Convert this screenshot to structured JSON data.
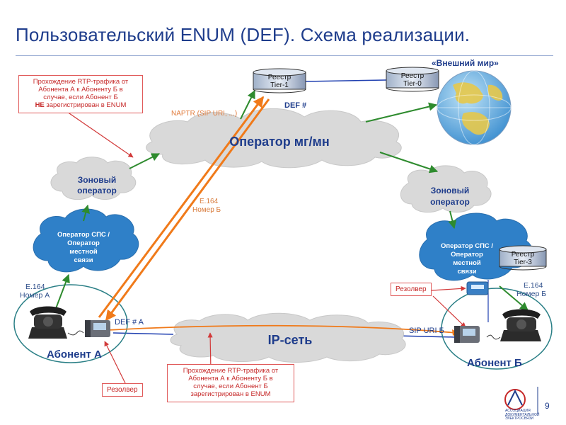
{
  "title": "Пользовательский ENUM (DEF). Схема реализации.",
  "registries": {
    "tier1": [
      "Реестр",
      "Tier-1"
    ],
    "tier0": [
      "Реестр",
      "Tier-0"
    ],
    "tier3": [
      "Реестр",
      "Tier-3"
    ]
  },
  "external_world": "«Внешний мир»",
  "clouds": {
    "operator_mgmn": "Оператор мг/мн",
    "zone_left": [
      "Зоновый",
      "оператор"
    ],
    "zone_right": [
      "Зоновый",
      "оператор"
    ],
    "sps_left": [
      "Оператор СПС /",
      "Оператор",
      "местной",
      "связи"
    ],
    "sps_right": [
      "Оператор СПС /",
      "Оператор",
      "местной",
      "связи"
    ],
    "ip_net": "IP-сеть"
  },
  "labels": {
    "def_top": "DEF #",
    "naptr": "NAPTR (SIP URI, ...)",
    "e164_center": [
      "E.164",
      "Номер Б"
    ],
    "e164_left": [
      "E.164",
      "Номер А"
    ],
    "e164_right": [
      "E.164",
      "Номер Б"
    ],
    "def_a": "DEF # A",
    "sip_uri_b": "SIP URI Б"
  },
  "notes": {
    "top_left": {
      "line1": "Прохождение RTP-трафика от",
      "line2": "Абонента А к Абоненту Б в",
      "line3": "случае, если Абонент Б",
      "line4_bold": "НЕ",
      "line4_rest": " зарегистрирован в ENUM"
    },
    "bottom": [
      "Прохождение RTP-трафика от",
      "Абонента А к Абоненту Б в",
      "случае, если Абонент Б",
      "зарегистрирован в ENUM"
    ]
  },
  "resolvers": {
    "left": "Резолвер",
    "right": "Резолвер"
  },
  "subscribers": {
    "a": "Абонент А",
    "b": "Абонент Б"
  },
  "logo_text": [
    "АССОЦИАЦИЯ",
    "ДОКУМЕНТАЛЬНОЙ",
    "ЭЛЕКТРОСВЯЗИ"
  ],
  "page_number": "9",
  "colors": {
    "title": "#1f3d8c",
    "cloud_grey": "#d9d9d9",
    "cloud_blue": "#2f80c8",
    "arrow_green": "#2e8b2e",
    "arrow_orange": "#f07a1a",
    "note_red": "#c62828",
    "link_blue": "#1f3fb0",
    "ellipse": "#2a7f86"
  }
}
